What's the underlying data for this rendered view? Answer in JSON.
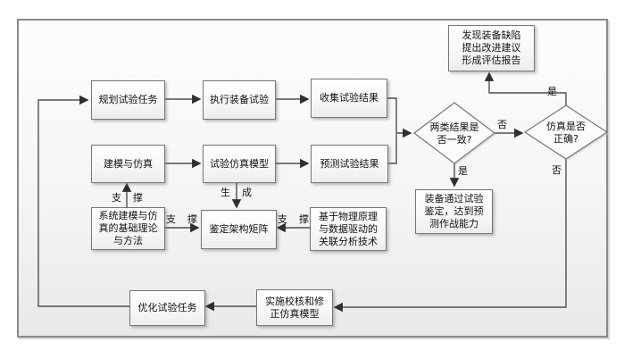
{
  "diagram": {
    "title_hint": "equipment-test-and-simulation-flowchart",
    "colors": {
      "box_border": "#767676",
      "frame_border": "#8b8b8b",
      "connector": "#4f4f4f",
      "background": "#f2f2f2",
      "text": "#111111"
    },
    "nodes": {
      "plan": {
        "label": "规划试验任务"
      },
      "execute": {
        "label": "执行装备试验"
      },
      "collect": {
        "label": "收集试验结果"
      },
      "modeling": {
        "label": "建模与仿真"
      },
      "sim_model": {
        "label": "试验仿真模型"
      },
      "predict": {
        "label": "预测试验结果"
      },
      "defect_report": {
        "label": "发现装备缺陷\n提出改进建议\n形成评估报告"
      },
      "consistent_decision": {
        "label": "两类结果是\n否一致?"
      },
      "sim_correct_decision": {
        "label": "仿真是否\n正确?"
      },
      "pass_appraisal": {
        "label": "装备通过试验\n鉴定，达到预\n测作战能力"
      },
      "theory": {
        "label": "系统建模与仿\n真的基础理论\n与方法"
      },
      "matrix": {
        "label": "鉴定架构矩阵"
      },
      "analysis_tech": {
        "label": "基于物理原理\n与数据驱动的\n关联分析技术"
      },
      "optimize": {
        "label": "优化试验任务"
      },
      "revise_model": {
        "label": "实施校核和修\n正仿真模型"
      }
    },
    "edge_labels": {
      "support_theory_modeling": "支撑",
      "support_theory_matrix": "支撑",
      "support_tech_matrix": "支撑",
      "generate": "生成",
      "no_between_decisions": "否",
      "yes_to_pass": "是",
      "yes_to_report": "是",
      "no_to_revise": "否"
    }
  }
}
